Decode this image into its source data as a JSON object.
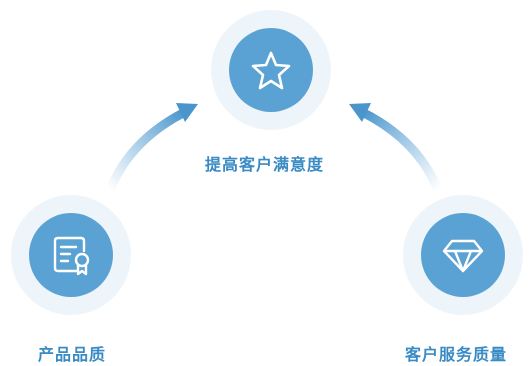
{
  "nodes": {
    "top": {
      "label": "提高客户满意度",
      "icon": "star-icon"
    },
    "left": {
      "label": "产品品质",
      "icon": "certificate-icon"
    },
    "right": {
      "label": "客户服务质量",
      "icon": "diamond-icon"
    }
  },
  "colors": {
    "accent": "#5aa2d3",
    "label": "#3a8bc4",
    "halo": "#eaf3f9"
  }
}
